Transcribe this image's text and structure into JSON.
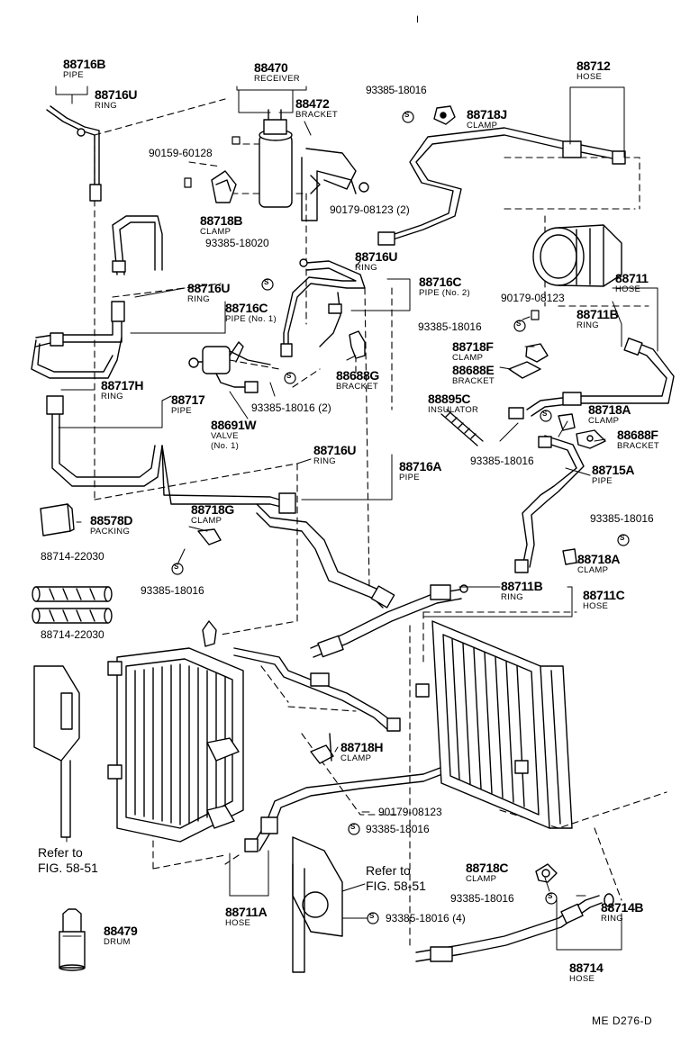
{
  "labels": {
    "p88716B": {
      "num": "88716B",
      "name": "PIPE"
    },
    "p88716U_a": {
      "num": "88716U",
      "name": "RING"
    },
    "p88470": {
      "num": "88470",
      "name": "RECEIVER"
    },
    "p88472": {
      "num": "88472",
      "name": "BRACKET"
    },
    "p93385_18016_top": {
      "num": "93385-18016"
    },
    "p88718J": {
      "num": "88718J",
      "name": "CLAMP"
    },
    "p88712": {
      "num": "88712",
      "name": "HOSE"
    },
    "p90159_60128": {
      "num": "90159-60128"
    },
    "p90179_08123_2": {
      "num": "90179-08123 (2)"
    },
    "p88718B": {
      "num": "88718B",
      "name": "CLAMP"
    },
    "p93385_18020": {
      "num": "93385-18020"
    },
    "p88716U_b": {
      "num": "88716U",
      "name": "RING"
    },
    "p88716C_2": {
      "num": "88716C",
      "name": "PIPE (No. 2)"
    },
    "p88716U_c": {
      "num": "88716U",
      "name": "RING"
    },
    "p88716C_1": {
      "num": "88716C",
      "name": "PIPE (No. 1)"
    },
    "p88711": {
      "num": "88711",
      "name": "HOSE"
    },
    "p90179_08123_a": {
      "num": "90179-08123"
    },
    "p88711B_a": {
      "num": "88711B",
      "name": "RING"
    },
    "p93385_18016_b": {
      "num": "93385-18016"
    },
    "p88718F": {
      "num": "88718F",
      "name": "CLAMP"
    },
    "p88688E": {
      "num": "88688E",
      "name": "BRACKET"
    },
    "p88688G": {
      "num": "88688G",
      "name": "BRACKET"
    },
    "p88717H": {
      "num": "88717H",
      "name": "RING"
    },
    "p88717": {
      "num": "88717",
      "name": "PIPE"
    },
    "p93385_18016_2": {
      "num": "93385-18016 (2)"
    },
    "p88691W": {
      "num": "88691W",
      "name": "VALVE",
      "extra": "(No. 1)"
    },
    "p88895C": {
      "num": "88895C",
      "name": "INSULATOR"
    },
    "p88718A_a": {
      "num": "88718A",
      "name": "CLAMP"
    },
    "p88688F": {
      "num": "88688F",
      "name": "BRACKET"
    },
    "p93385_18016_c": {
      "num": "93385-18016"
    },
    "p88715A": {
      "num": "88715A",
      "name": "PIPE"
    },
    "p88716U_d": {
      "num": "88716U",
      "name": "RING"
    },
    "p88716A": {
      "num": "88716A",
      "name": "PIPE"
    },
    "p88718G": {
      "num": "88718G",
      "name": "CLAMP"
    },
    "p88578D": {
      "num": "88578D",
      "name": "PACKING"
    },
    "p93385_18016_d": {
      "num": "93385-18016"
    },
    "p93385_18016_e": {
      "num": "93385-18016"
    },
    "p88718A_b": {
      "num": "88718A",
      "name": "CLAMP"
    },
    "p88714_22030_a": {
      "num": "88714-22030"
    },
    "p88714_22030_b": {
      "num": "88714-22030"
    },
    "p88711B_b": {
      "num": "88711B",
      "name": "RING"
    },
    "p88711C": {
      "num": "88711C",
      "name": "HOSE"
    },
    "p88718H": {
      "num": "88718H",
      "name": "CLAMP"
    },
    "p90179_08123_b": {
      "num": "90179-08123"
    },
    "p93385_18016_f": {
      "num": "93385-18016"
    },
    "p88718C": {
      "num": "88718C",
      "name": "CLAMP"
    },
    "p93385_18016_g": {
      "num": "93385-18016"
    },
    "p88714B": {
      "num": "88714B",
      "name": "RING"
    },
    "p88714": {
      "num": "88714",
      "name": "HOSE"
    },
    "p88711A": {
      "num": "88711A",
      "name": "HOSE"
    },
    "p93385_18016_4": {
      "num": "93385-18016 (4)"
    },
    "p88479": {
      "num": "88479",
      "name": "DRUM"
    }
  },
  "refs": {
    "left": {
      "line1": "Refer to",
      "line2": "FIG. 58-51"
    },
    "center": {
      "line1": "Refer to",
      "line2": "FIG. 58-51"
    }
  },
  "washer_symbol": "S",
  "footer_code": "ME  D276-D",
  "top_mark": "Ⅰ"
}
